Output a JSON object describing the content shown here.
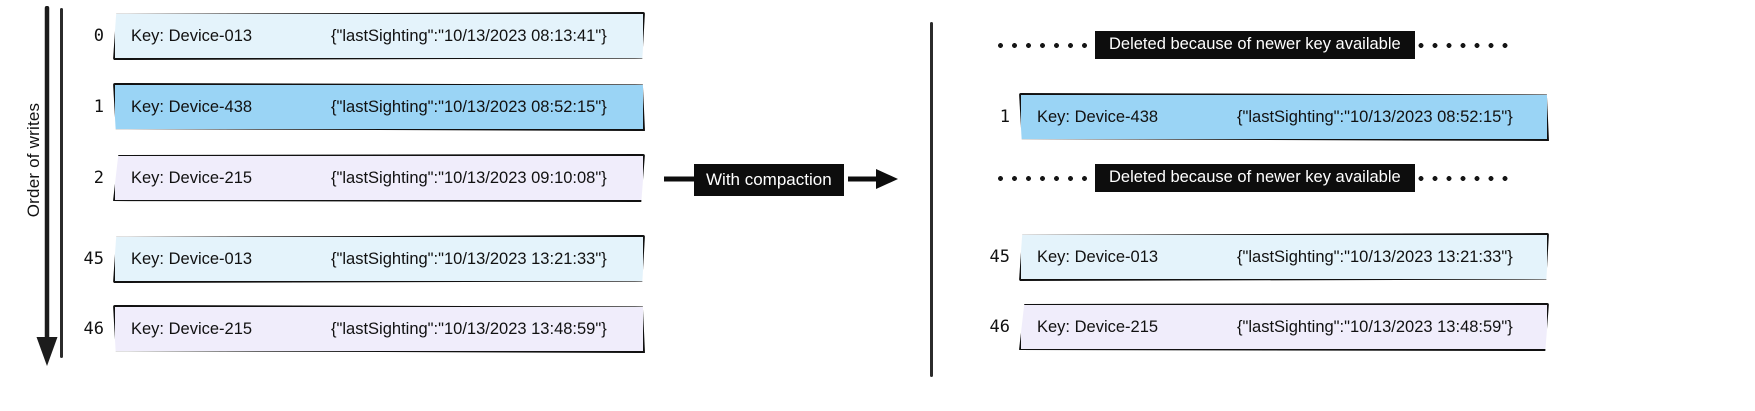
{
  "axis": {
    "label": "Order of writes",
    "direction_icon": "down-arrow-icon"
  },
  "transform": {
    "label": "With compaction",
    "arrow_icon": "right-arrow-icon"
  },
  "colors": {
    "record_light": "#e4f3fb",
    "record_blue": "#9ad4f5",
    "record_lilac": "#f0edfb",
    "ink": "#111111",
    "badge_bg": "#0d0d0d",
    "badge_fg": "#ffffff"
  },
  "left_panel": {
    "name": "before-compaction",
    "records": [
      {
        "index": "0",
        "key": "Key: Device-013",
        "value": "{\"lastSighting\":\"10/13/2023 08:13:41\"}",
        "color": "light"
      },
      {
        "index": "1",
        "key": "Key: Device-438",
        "value": "{\"lastSighting\":\"10/13/2023 08:52:15\"}",
        "color": "blue"
      },
      {
        "index": "2",
        "key": "Key: Device-215",
        "value": "{\"lastSighting\":\"10/13/2023 09:10:08\"}",
        "color": "lilac"
      },
      {
        "index": "45",
        "key": "Key: Device-013",
        "value": "{\"lastSighting\":\"10/13/2023 13:21:33\"}",
        "color": "light"
      },
      {
        "index": "46",
        "key": "Key: Device-215",
        "value": "{\"lastSighting\":\"10/13/2023 13:48:59\"}",
        "color": "lilac"
      }
    ]
  },
  "right_panel": {
    "name": "after-compaction",
    "deleted_note": "Deleted because of newer key available",
    "entries": [
      {
        "type": "deleted",
        "note": "Deleted because of newer key available"
      },
      {
        "type": "record",
        "index": "1",
        "key": "Key: Device-438",
        "value": "{\"lastSighting\":\"10/13/2023 08:52:15\"}",
        "color": "blue"
      },
      {
        "type": "deleted",
        "note": "Deleted because of newer key available"
      },
      {
        "type": "record",
        "index": "45",
        "key": "Key: Device-013",
        "value": "{\"lastSighting\":\"10/13/2023 13:21:33\"}",
        "color": "light"
      },
      {
        "type": "record",
        "index": "46",
        "key": "Key: Device-215",
        "value": "{\"lastSighting\":\"10/13/2023 13:48:59\"}",
        "color": "lilac"
      }
    ]
  }
}
